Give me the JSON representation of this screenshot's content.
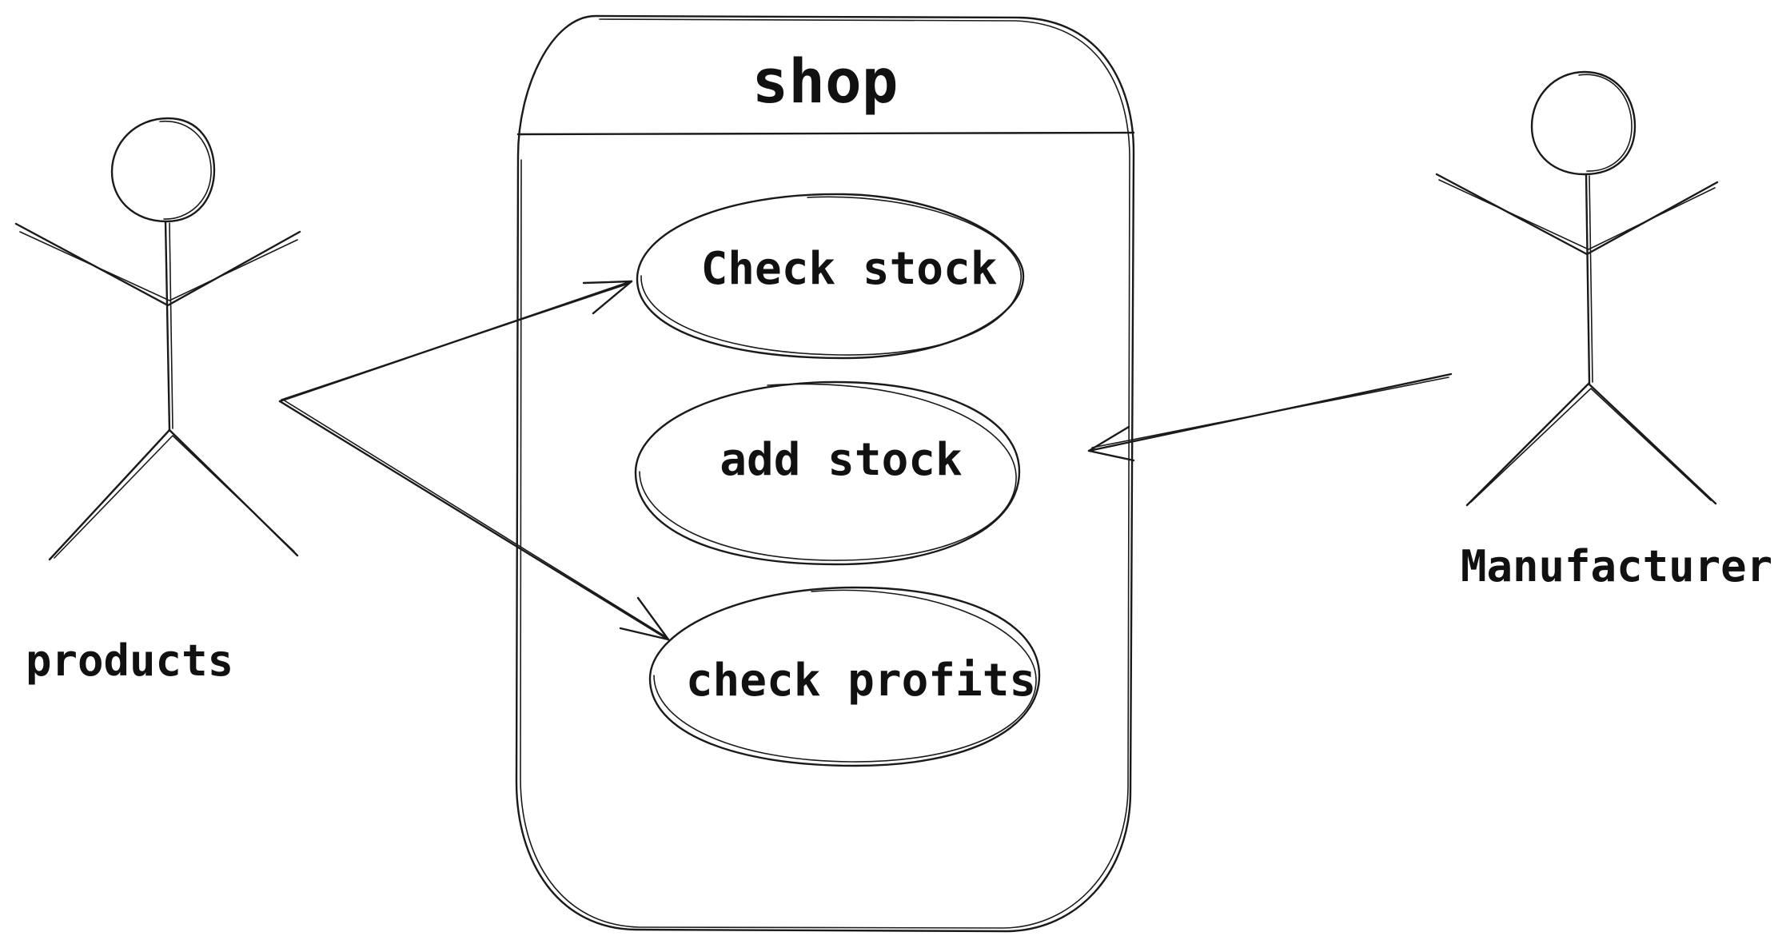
{
  "system": {
    "title": "shop"
  },
  "use_cases": [
    {
      "label": "Check stock"
    },
    {
      "label": "add stock"
    },
    {
      "label": "check profits"
    }
  ],
  "actors": [
    {
      "label": "products"
    },
    {
      "label": "Manufacturer"
    }
  ],
  "associations": [
    {
      "from": "products",
      "to": "Check stock"
    },
    {
      "from": "products",
      "to": "check profits"
    },
    {
      "from": "Manufacturer",
      "to": "add stock"
    }
  ]
}
